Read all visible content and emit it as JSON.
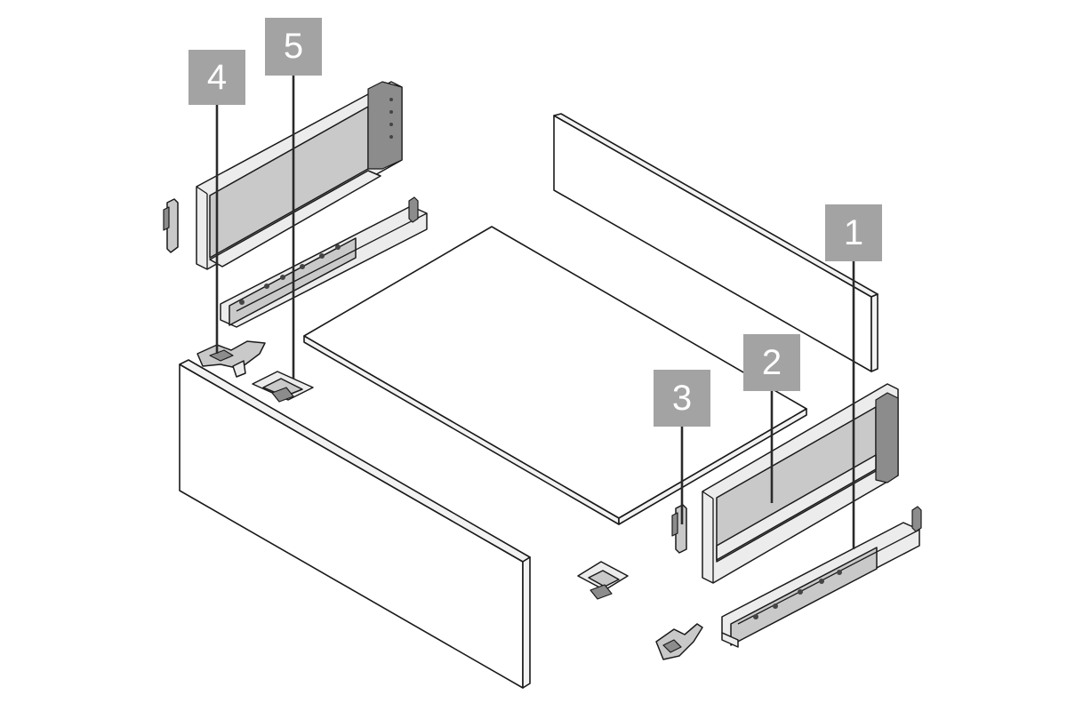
{
  "callouts": [
    {
      "number": "1"
    },
    {
      "number": "2"
    },
    {
      "number": "3"
    },
    {
      "number": "4"
    },
    {
      "number": "5"
    }
  ],
  "colors": {
    "callout_box": "#a3a3a3",
    "callout_text": "#ffffff",
    "steel_panel": "#c9c9c9",
    "line": "#1a1a1a",
    "background": "#ffffff"
  }
}
